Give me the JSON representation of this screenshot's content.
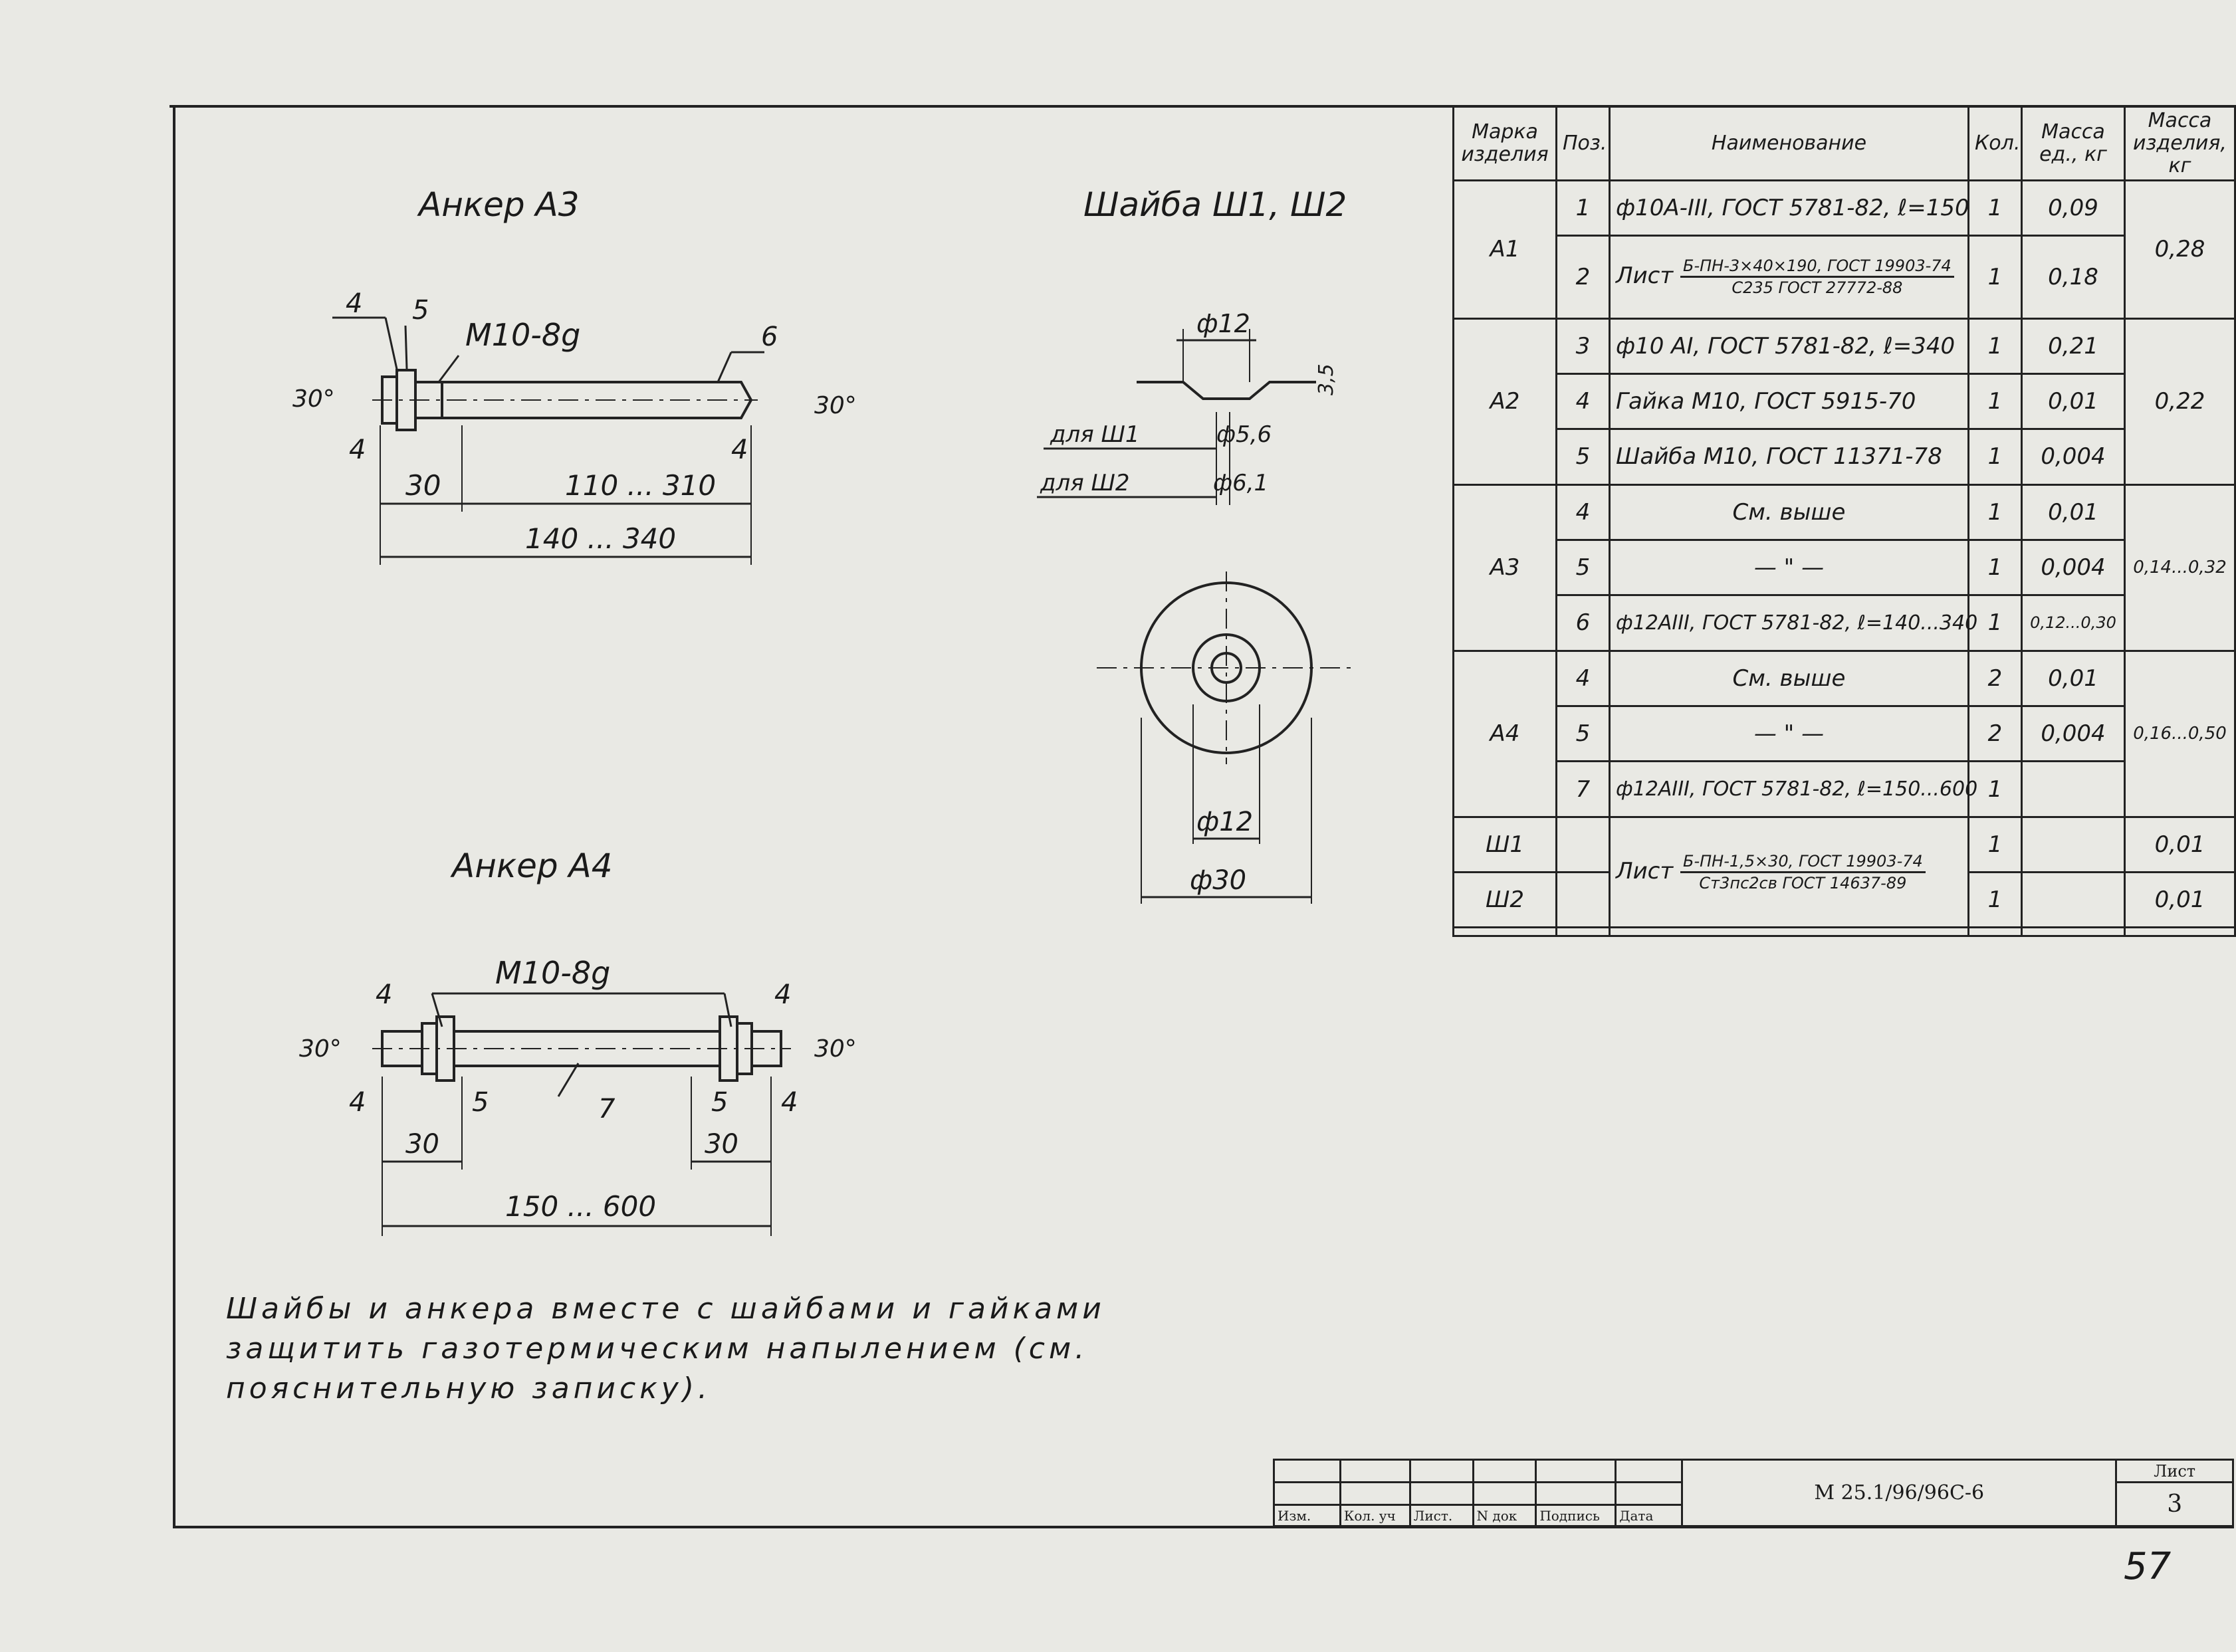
{
  "anchor_a3": {
    "title": "Анкер А3",
    "labels": [
      "4",
      "5",
      "М10-8g",
      "6",
      "30°",
      "30°",
      "4",
      "4"
    ],
    "dims": [
      "30",
      "110 ... 310",
      "140 ... 340"
    ]
  },
  "washer": {
    "title": "Шайба Ш1, Ш2",
    "labels": [
      "ф12",
      "3,5",
      "для Ш1",
      "ф5,6",
      "для Ш2",
      "ф6,1",
      "ф12",
      "ф30"
    ]
  },
  "anchor_a4": {
    "title": "Анкер А4",
    "labels": [
      "М10-8g",
      "4",
      "4",
      "30°",
      "30°",
      "4",
      "5",
      "7",
      "5",
      "4"
    ],
    "dims": [
      "30",
      "30",
      "150 ... 600"
    ]
  },
  "spec": {
    "headers": [
      "Марка изделия",
      "Поз.",
      "Наименование",
      "Кол.",
      "Масса ед., кг",
      "Масса изделия, кг"
    ],
    "rows": [
      {
        "mark": "А1",
        "pos": "1",
        "name": "ф10А-III, ГОСТ 5781-82, ℓ=150",
        "qty": "1",
        "unit": "0,09",
        "total": "0,28"
      },
      {
        "pos": "2",
        "name_prefix": "Лист",
        "name_num": "Б-ПН-3×40×190, ГОСТ 19903-74",
        "name_den": "С235 ГОСТ 27772-88",
        "qty": "1",
        "unit": "0,18"
      },
      {
        "mark": "А2",
        "pos": "3",
        "name": "ф10 АI, ГОСТ 5781-82, ℓ=340",
        "qty": "1",
        "unit": "0,21",
        "total": "0,22"
      },
      {
        "pos": "4",
        "name": "Гайка М10, ГОСТ 5915-70",
        "qty": "1",
        "unit": "0,01"
      },
      {
        "pos": "5",
        "name": "Шайба М10, ГОСТ 11371-78",
        "qty": "1",
        "unit": "0,004"
      },
      {
        "mark": "А3",
        "pos": "4",
        "name": "См. выше",
        "qty": "1",
        "unit": "0,01",
        "total": "0,14...0,32"
      },
      {
        "pos": "5",
        "name": "— \" —",
        "qty": "1",
        "unit": "0,004"
      },
      {
        "pos": "6",
        "name": "ф12АIII, ГОСТ 5781-82, ℓ=140...340",
        "qty": "1",
        "unit": "0,12...0,30"
      },
      {
        "mark": "А4",
        "pos": "4",
        "name": "См. выше",
        "qty": "2",
        "unit": "0,01",
        "total": "0,16...0,50"
      },
      {
        "pos": "5",
        "name": "— \" —",
        "qty": "2",
        "unit": "0,004"
      },
      {
        "pos": "7",
        "name": "ф12АIII, ГОСТ 5781-82, ℓ=150...600",
        "qty": "1",
        "unit": ""
      },
      {
        "mark": "Ш1",
        "qty": "1",
        "total": "0,01",
        "name_prefix": "Лист",
        "name_num": "Б-ПН-1,5×30, ГОСТ 19903-74",
        "name_den": "Ст3пс2св ГОСТ 14637-89"
      },
      {
        "mark": "Ш2",
        "qty": "1",
        "total": "0,01"
      }
    ]
  },
  "note": "Шайбы и анкера вместе с шайбами и гайками защитить газотермическим напылением (см. пояснительную записку).",
  "stamp": {
    "cols": [
      "Изм.",
      "Кол. уч",
      "Лист.",
      "N док",
      "Подпись",
      "Дата"
    ],
    "doc_code": "М 25.1/96/96С-6",
    "sheet_label": "Лист",
    "sheet_no": "3"
  },
  "page_mark": "57"
}
